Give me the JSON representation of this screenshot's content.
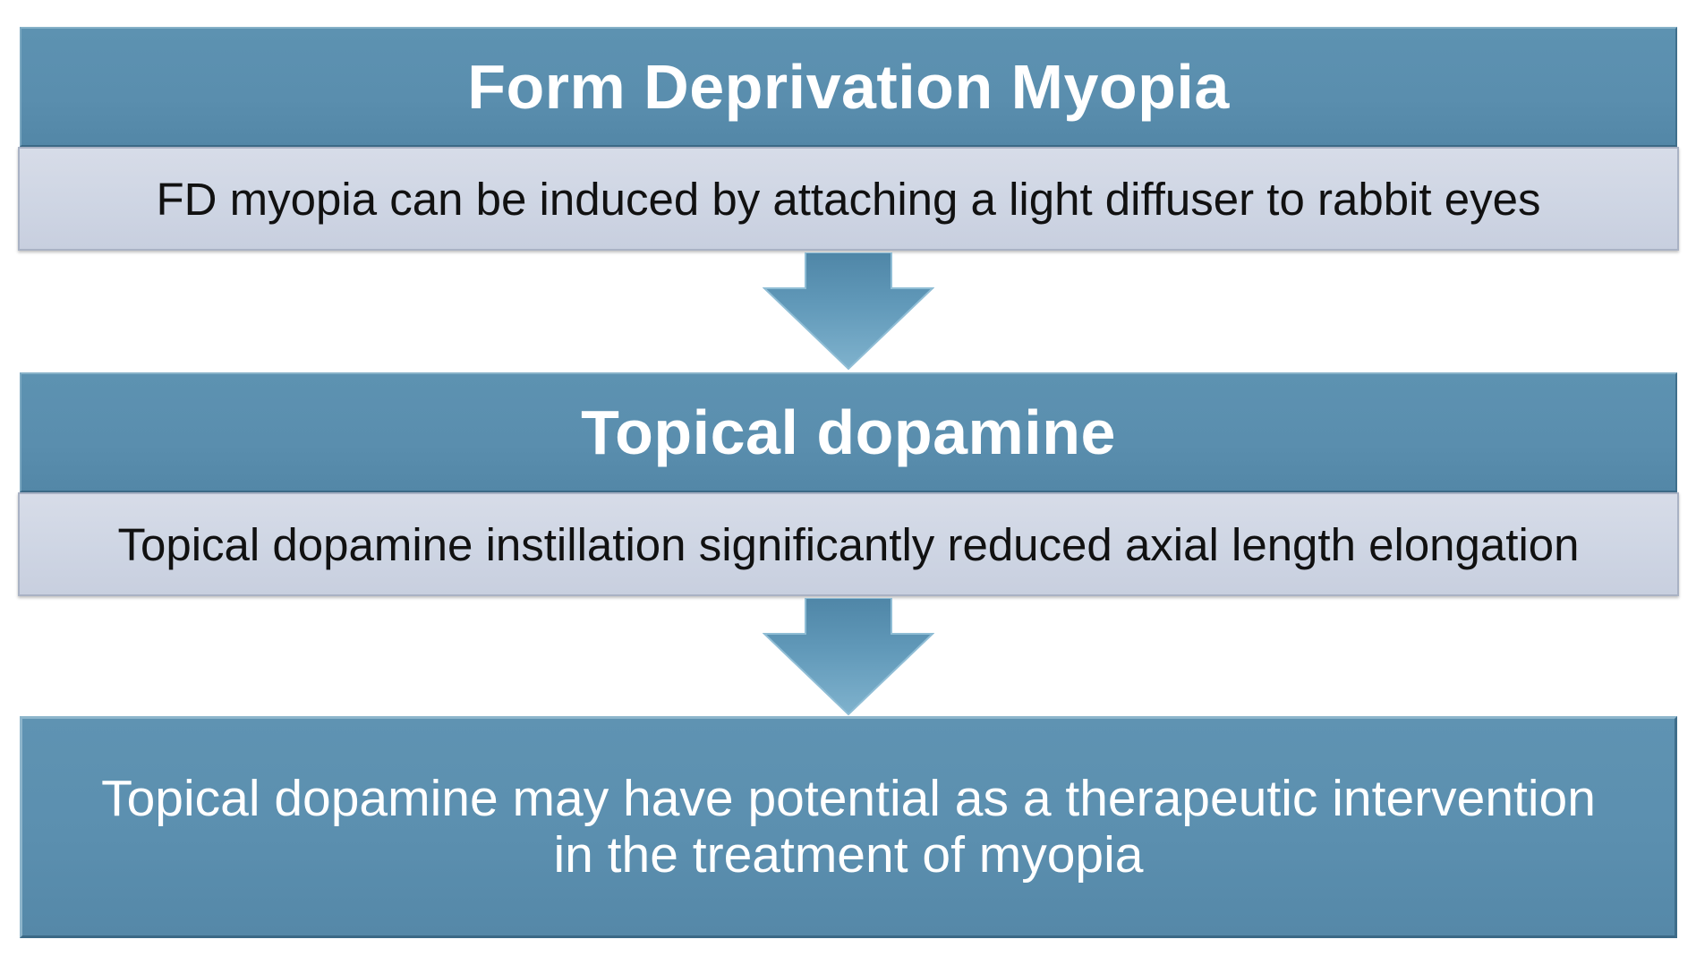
{
  "steps": [
    {
      "title": "Form Deprivation Myopia",
      "description": "FD myopia can be induced by attaching a light diffuser to rabbit eyes"
    },
    {
      "title": "Topical dopamine",
      "description": "Topical dopamine instillation significantly reduced axial length elongation"
    }
  ],
  "conclusion": {
    "line1": "Topical dopamine may have potential as a therapeutic intervention",
    "line2": "in the treatment of myopia"
  },
  "colors": {
    "header_fill": "#5a8eae",
    "description_fill": "#cfd6e4",
    "arrow_fill": "#5c93b3",
    "header_text": "#ffffff",
    "description_text": "#111111"
  }
}
